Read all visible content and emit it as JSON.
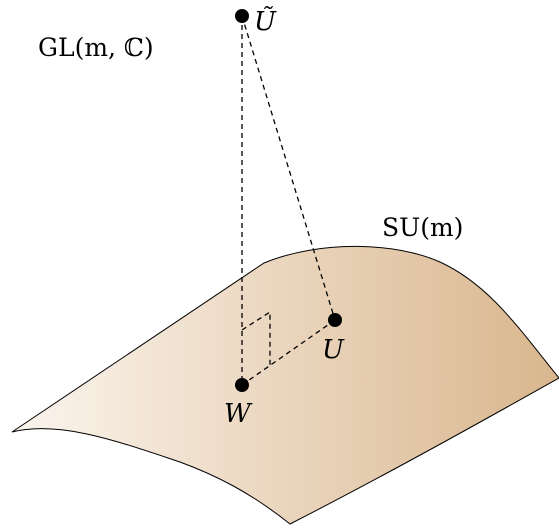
{
  "labels": {
    "ambient_group": "GL(m, ℂ)",
    "manifold": "SU(m)",
    "point_tilde_u": "Ũ",
    "point_u": "U",
    "point_w": "W"
  },
  "colors": {
    "surface_light": "#fbf5ee",
    "surface_dark": "#d9b68d",
    "outline": "#000000",
    "points": "#000000"
  }
}
